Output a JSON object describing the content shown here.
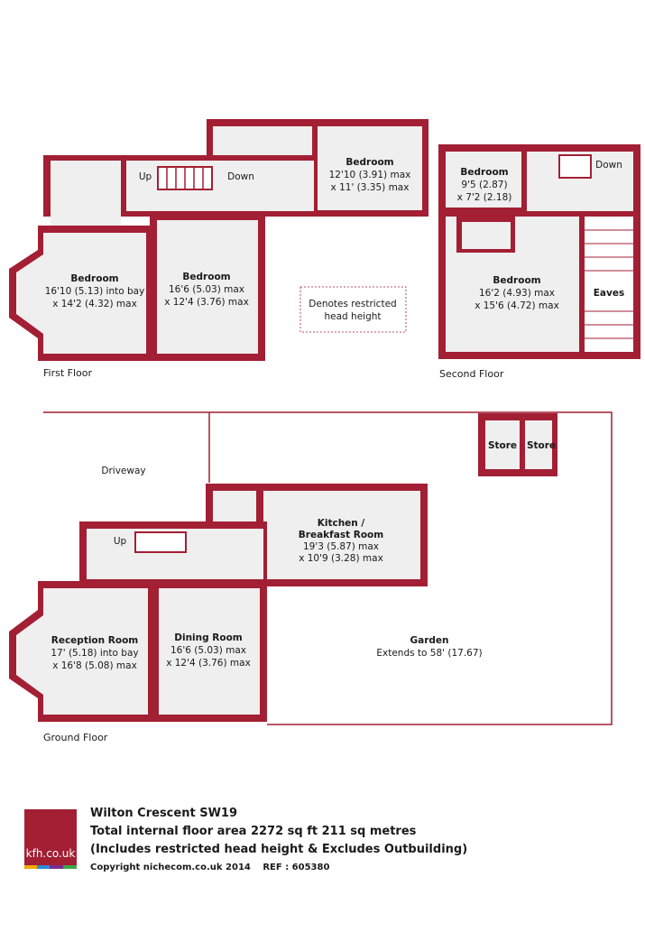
{
  "colors": {
    "wall": "#a31f34",
    "room": "#efefef",
    "eaves": "#ffffff",
    "text": "#1a1a1a"
  },
  "floors": {
    "first": "First Floor",
    "second": "Second Floor",
    "ground": "Ground Floor"
  },
  "rooms": {
    "ff_bed_bay": {
      "name": "Bedroom",
      "line1": "16'10 (5.13) into bay",
      "line2": "x 14'2 (4.32) max"
    },
    "ff_bed_mid": {
      "name": "Bedroom",
      "line1": "16'6 (5.03) max",
      "line2": "x 12'4 (3.76) max"
    },
    "ff_bed_right": {
      "name": "Bedroom",
      "line1": "12'10 (3.91) max",
      "line2": "x 11' (3.35) max"
    },
    "sf_bed_small": {
      "name": "Bedroom",
      "line1": "9'5 (2.87)",
      "line2": "x 7'2 (2.18)"
    },
    "sf_bed_large": {
      "name": "Bedroom",
      "line1": "16'2 (4.93) max",
      "line2": "x 15'6 (4.72) max"
    },
    "sf_eaves": "Eaves",
    "gf_reception": {
      "name": "Reception Room",
      "line1": "17' (5.18) into bay",
      "line2": "x 16'8 (5.08) max"
    },
    "gf_dining": {
      "name": "Dining Room",
      "line1": "16'6 (5.03) max",
      "line2": "x 12'4 (3.76) max"
    },
    "gf_kitchen": {
      "name1": "Kitchen /",
      "name2": "Breakfast Room",
      "line1": "19'3 (5.87) max",
      "line2": "x 10'9 (3.28) max"
    },
    "garden": {
      "name": "Garden",
      "line1": "Extends to 58' (17.67)"
    },
    "store1": "Store",
    "store2": "Store",
    "driveway": "Driveway"
  },
  "stairs": {
    "up_ff": "Up",
    "down_ff": "Down",
    "down_sf": "Down",
    "up_gf": "Up"
  },
  "legend": {
    "line1": "Denotes restricted",
    "line2": "head height"
  },
  "footer": {
    "logo": "kfh.co.uk",
    "title": "Wilton Crescent  SW19",
    "area": "Total internal floor area 2272 sq ft 211 sq metres",
    "note": "(Includes restricted head height & Excludes Outbuilding)",
    "copyright": "Copyright nichecom.co.uk 2014",
    "ref": "REF : 605380"
  }
}
